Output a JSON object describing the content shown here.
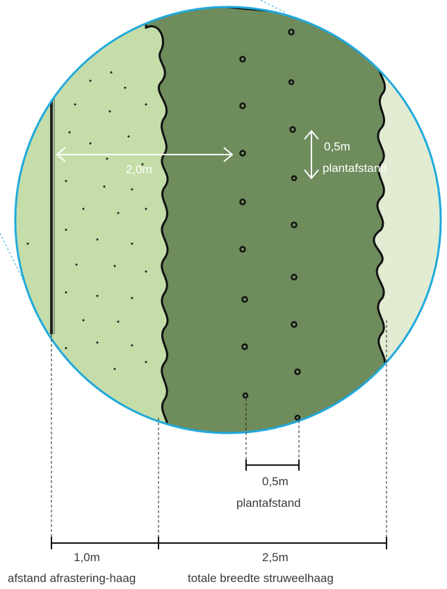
{
  "labels": {
    "spacing_vertical_value": "0,5m",
    "spacing_vertical_text": "plantafstand",
    "distance_to_hedge": "2,0m",
    "spacing_bottom_value": "0,5m",
    "spacing_bottom_text": "plantafstand",
    "fence_distance_value": "1,0m",
    "fence_distance_text": "afstand afrastering-haag",
    "total_width_value": "2,5m",
    "total_width_text": "totale breedte struweelhaag"
  },
  "colors": {
    "circle_border": "#1fa9dc",
    "light_green": "#c5dda9",
    "lightest_green": "#e1ecd2",
    "hedge_green": "#6e8c5c",
    "outline": "#111111",
    "arrow": "#ffffff",
    "text": "#3a3a3a"
  }
}
